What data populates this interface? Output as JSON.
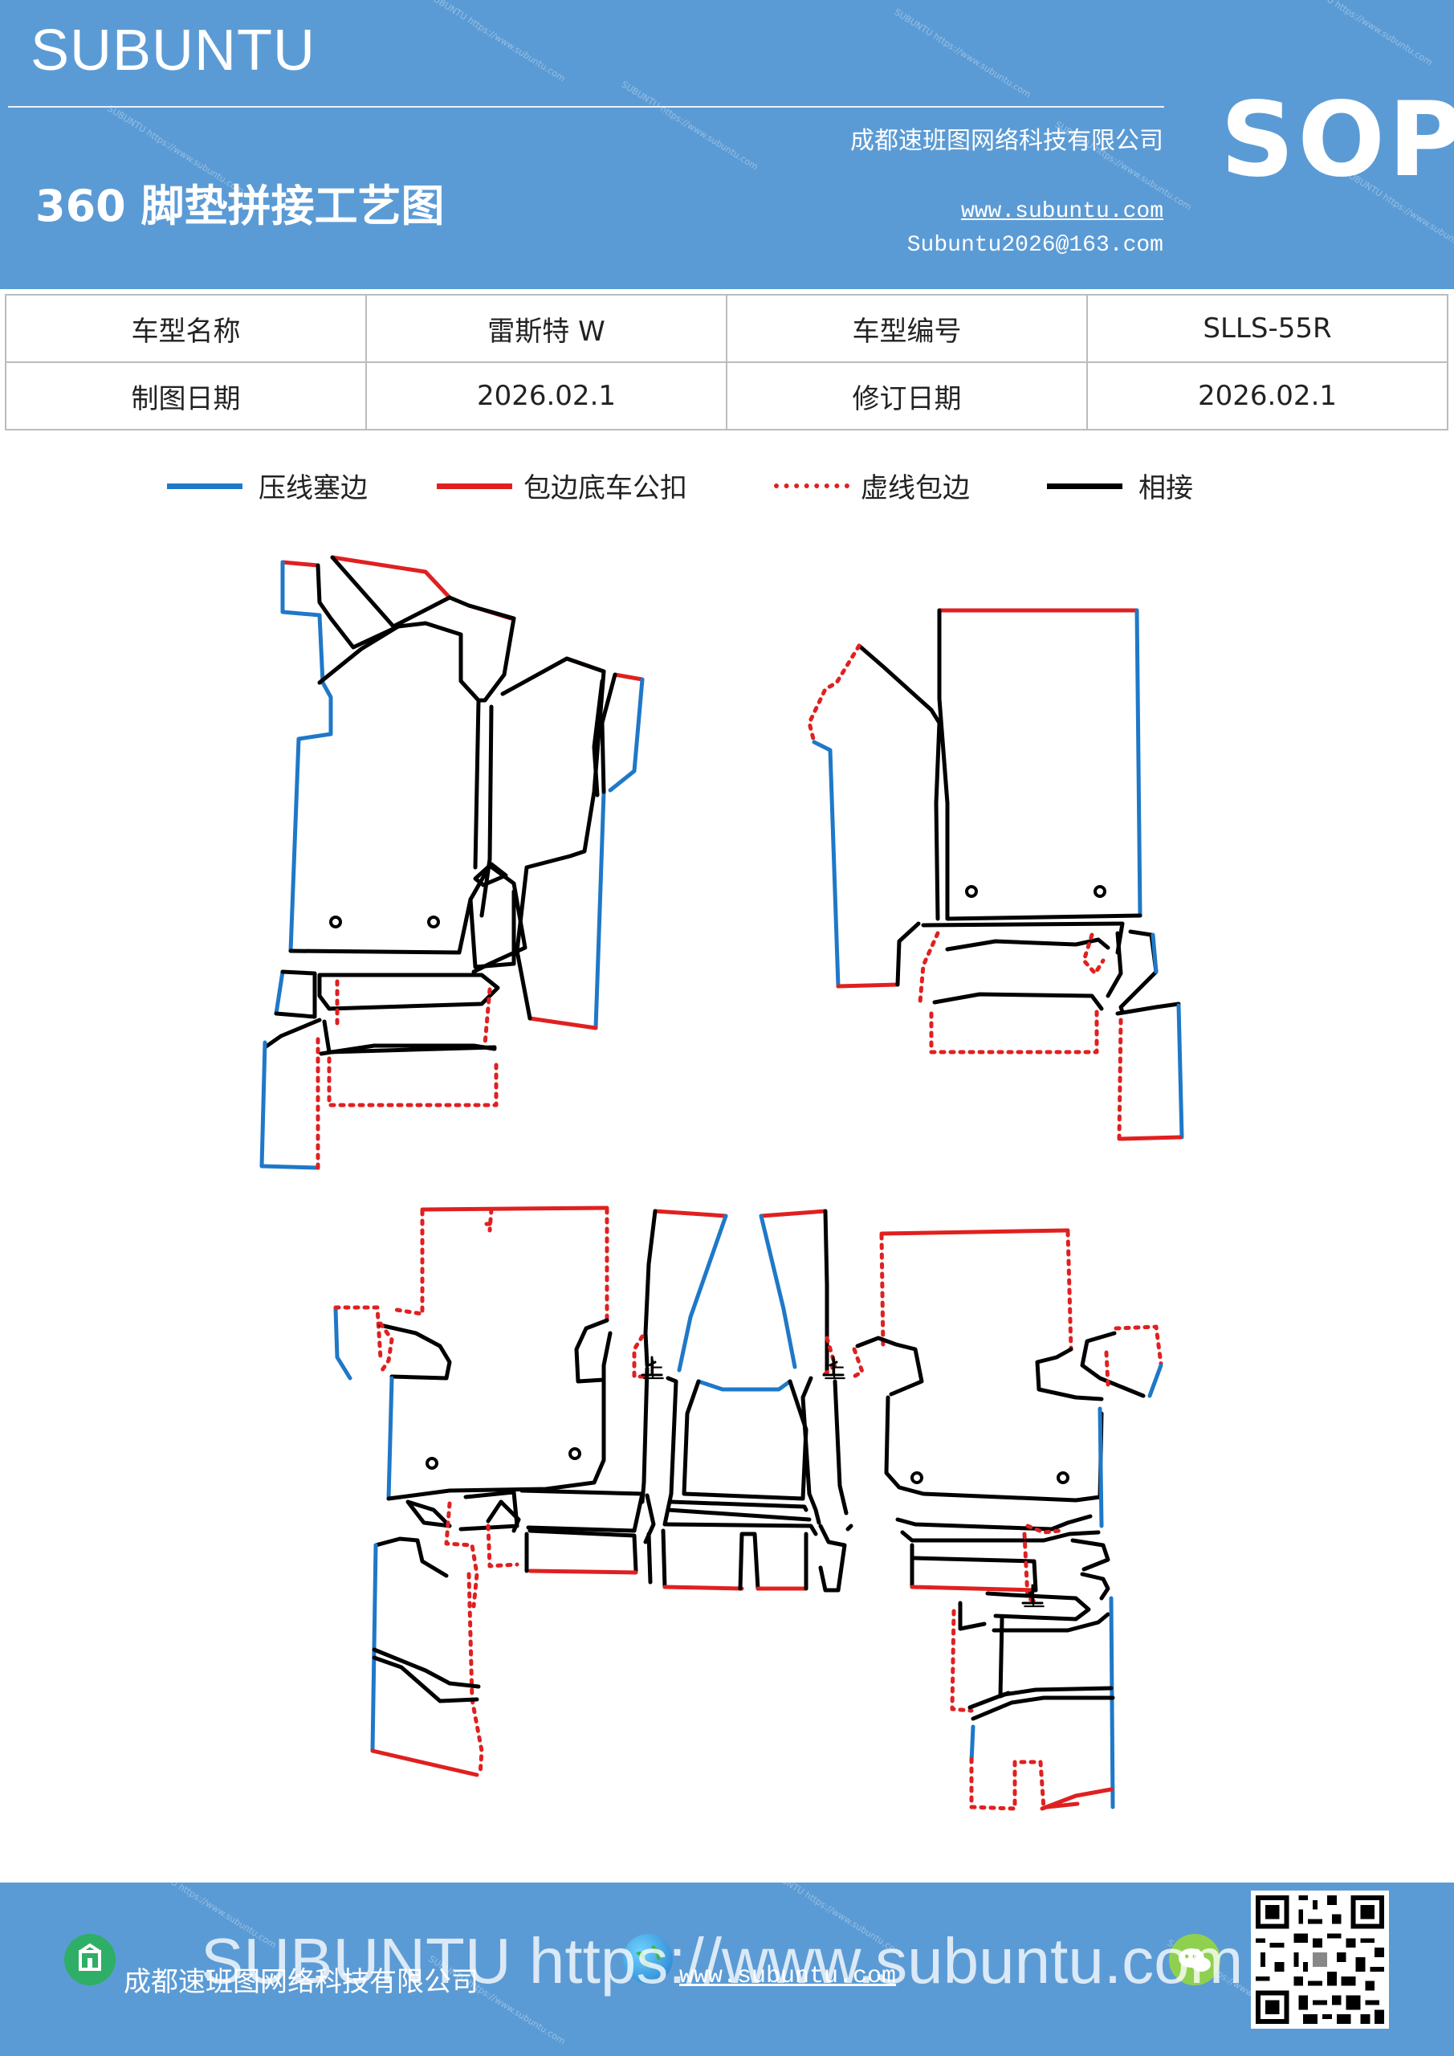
{
  "header": {
    "brand": "SUBUNTU",
    "company": "成都速班图网络科技有限公司",
    "title": "360 脚垫拼接工艺图",
    "url": "www.subuntu.com",
    "email": "Subuntu2026@163.com",
    "badge": "SOP"
  },
  "info_table": {
    "rows": [
      [
        "车型名称",
        "雷斯特 W",
        "车型编号",
        "SLLS-55R"
      ],
      [
        "制图日期",
        "2026.02.1",
        "修订日期",
        "2026.02.1"
      ]
    ]
  },
  "legend": [
    {
      "label": "压线塞边",
      "color": "#1f78c8",
      "style": "solid"
    },
    {
      "label": "包边底车公扣",
      "color": "#e02020",
      "style": "solid"
    },
    {
      "label": "虚线包边",
      "color": "#e02020",
      "style": "dotted"
    },
    {
      "label": "相接",
      "color": "#000000",
      "style": "solid"
    }
  ],
  "diagram": {
    "marks": [
      "上",
      "上",
      "上"
    ]
  },
  "footer": {
    "company": "成都速班图网络科技有限公司",
    "url": "www.subuntu.com",
    "watermark": "SUBUNTU https://www.subuntu.com"
  },
  "colors": {
    "header_bg": "#5b9bd5",
    "blue_line": "#1f78c8",
    "red_line": "#e02020",
    "black_line": "#000000"
  }
}
